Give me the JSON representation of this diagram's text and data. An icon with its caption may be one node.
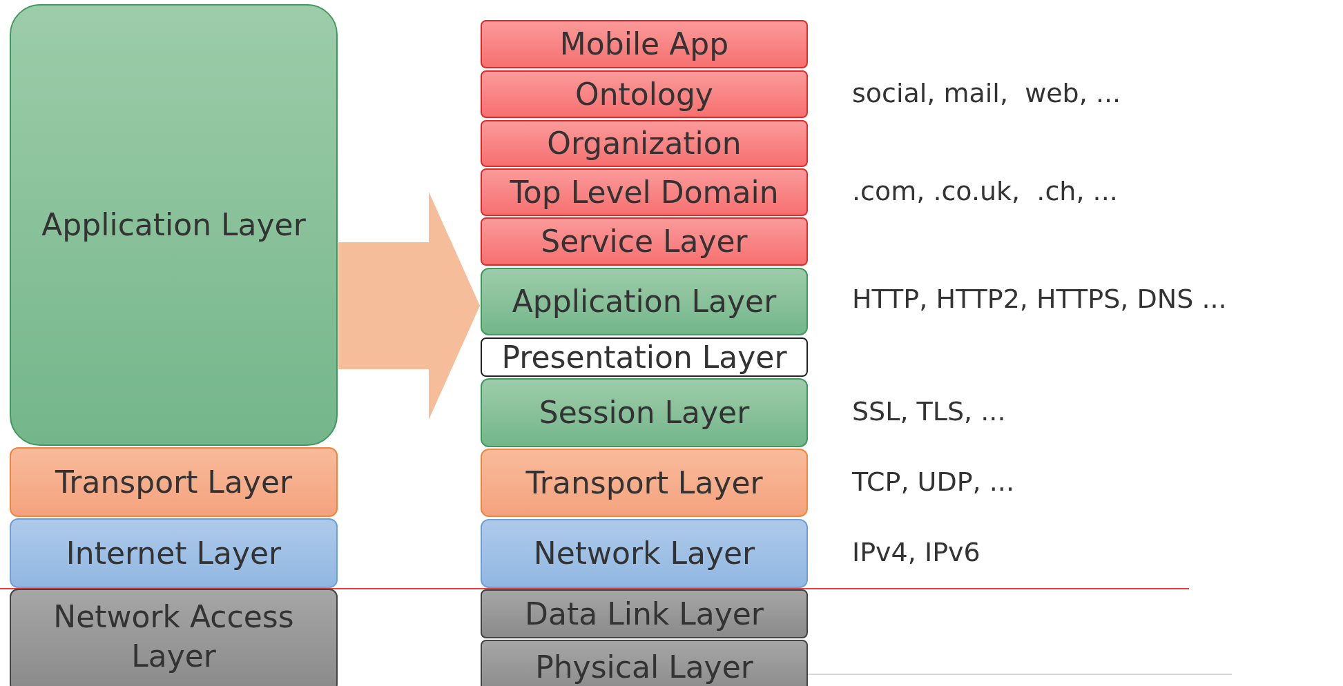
{
  "diagram": {
    "nodes": [
      {
        "text": [
          "Application Layer"
        ]
      },
      {
        "text": [
          "Transport Layer"
        ]
      },
      {
        "text": [
          "Internet Layer"
        ]
      },
      {
        "text": [
          "Network Access Layer"
        ]
      },
      {
        "text": [
          "Mobile App"
        ]
      },
      {
        "text": [
          "Ontology"
        ],
        "beside": [
          "social, mail,  web, ..."
        ]
      },
      {
        "text": [
          "Organization"
        ]
      },
      {
        "text": [
          "Top Level Domain"
        ],
        "beside": [
          ".com, .co.uk,  .ch, ..."
        ]
      },
      {
        "text": [
          "Service Layer"
        ]
      },
      {
        "text": [
          "Application Layer"
        ],
        "beside": [
          "HTTP, HTTP2, HTTPS, DNS ..."
        ]
      },
      {
        "text": [
          "Presentation Layer"
        ]
      },
      {
        "text": [
          "Session Layer"
        ],
        "beside": [
          "SSL, TLS, ..."
        ]
      },
      {
        "text": [
          "Transport Layer"
        ],
        "beside": [
          "TCP, UDP, ..."
        ]
      },
      {
        "text": [
          "Network Layer"
        ],
        "beside": [
          "IPv4, IPv6"
        ]
      },
      {
        "text": [
          "Data Link Layer"
        ]
      },
      {
        "text": [
          "Physical Layer"
        ]
      }
    ],
    "edges": [
      {
        "from": 0,
        "to": 9,
        "arrow": "to"
      }
    ]
  }
}
